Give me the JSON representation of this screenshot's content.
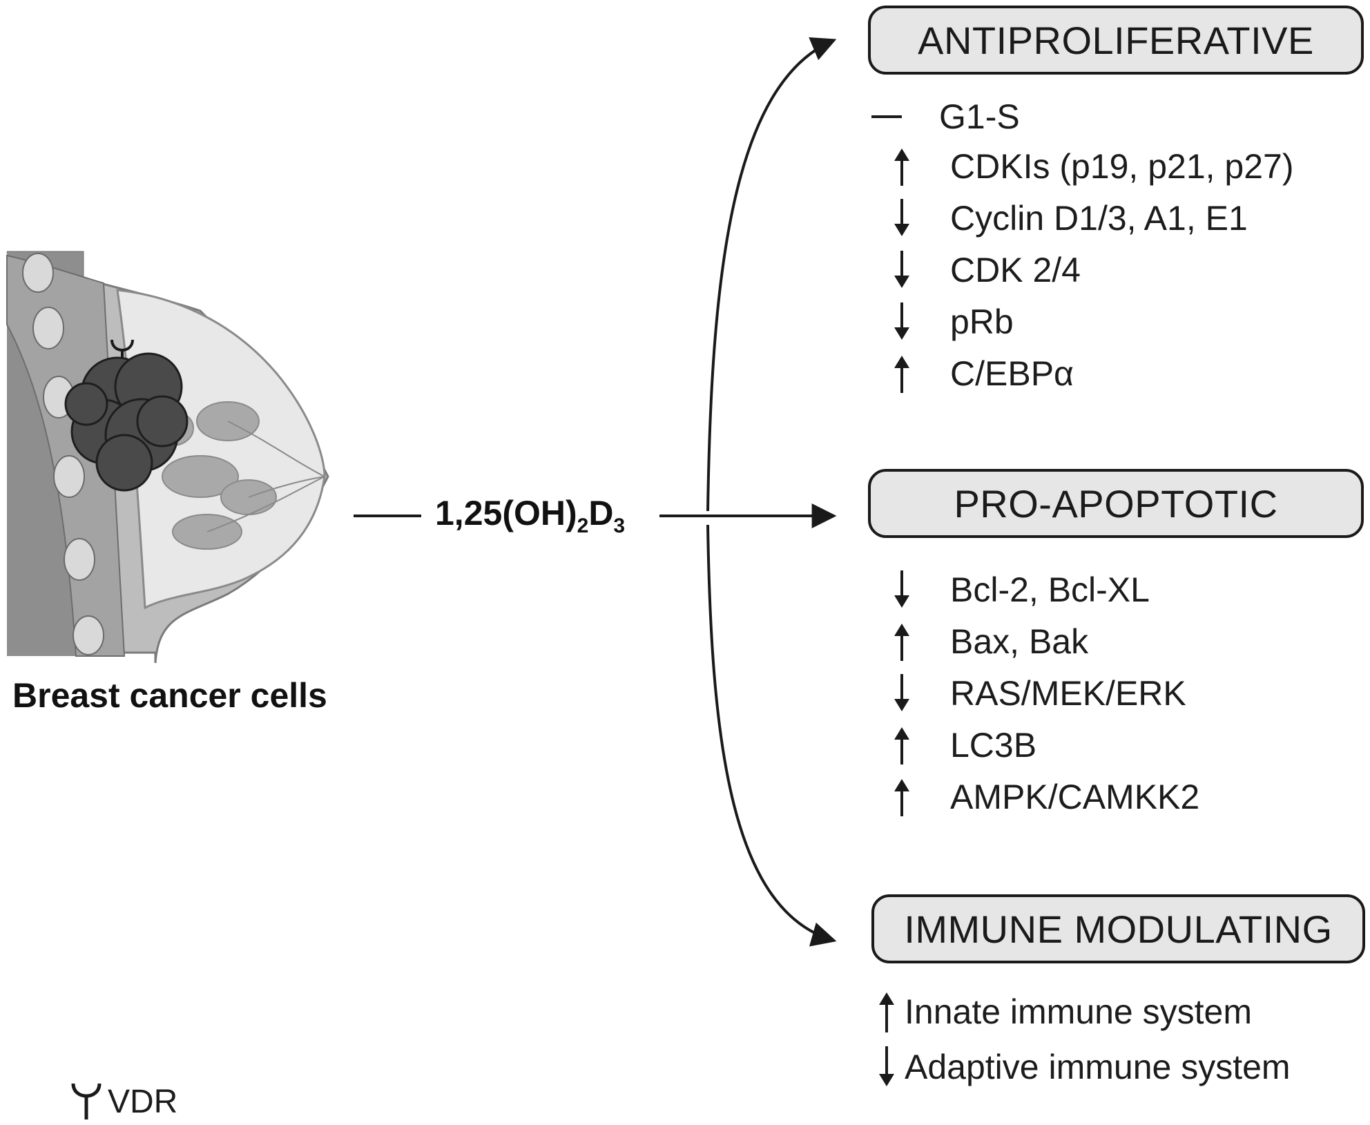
{
  "source": {
    "label": "Breast cancer cells"
  },
  "compound": {
    "label_main": "1,25(OH)",
    "sub1": "2",
    "label_d": "D",
    "sub2": "3"
  },
  "categories": [
    {
      "title": "ANTIPROLIFERATIVE",
      "items": [
        {
          "direction": "inhibit",
          "text": "G1-S"
        },
        {
          "direction": "up",
          "text": "CDKIs (p19, p21, p27)"
        },
        {
          "direction": "down",
          "text": "Cyclin D1/3, A1, E1"
        },
        {
          "direction": "down",
          "text": "CDK 2/4"
        },
        {
          "direction": "down",
          "text": "pRb"
        },
        {
          "direction": "up",
          "text": "C/EBPα"
        }
      ]
    },
    {
      "title": "PRO-APOPTOTIC",
      "items": [
        {
          "direction": "down",
          "text": "Bcl-2, Bcl-XL"
        },
        {
          "direction": "up",
          "text": "Bax, Bak"
        },
        {
          "direction": "down",
          "text": "RAS/MEK/ERK"
        },
        {
          "direction": "up",
          "text": "LC3B"
        },
        {
          "direction": "up",
          "text": "AMPK/CAMKK2"
        }
      ]
    },
    {
      "title": "IMMUNE MODULATING",
      "items": [
        {
          "direction": "up",
          "text": "Innate immune system"
        },
        {
          "direction": "down",
          "text": "Adaptive immune system"
        }
      ]
    }
  ],
  "legend": {
    "icon": "vdr-receptor-icon",
    "label": "VDR"
  },
  "colors": {
    "box_fill": "#e6e6e6",
    "tumor": "#4a4a4a",
    "tissue": "#d0d0d0",
    "line": "#1a1a1a"
  }
}
